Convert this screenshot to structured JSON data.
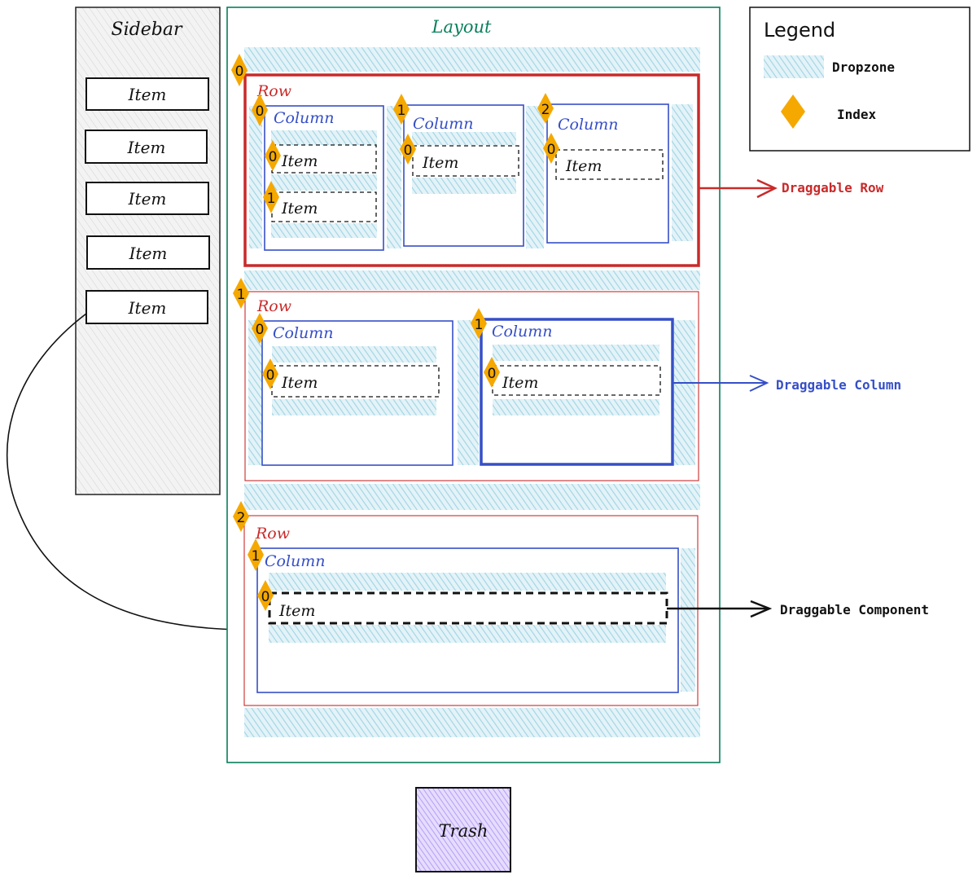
{
  "sidebar": {
    "title": "Sidebar",
    "items": [
      "Item",
      "Item",
      "Item",
      "Item",
      "Item"
    ]
  },
  "layout": {
    "title": "Layout"
  },
  "legend": {
    "title": "Legend",
    "dropzone_label": "Dropzone",
    "index_label": "Index"
  },
  "rows": [
    {
      "index": "0",
      "label": "Row",
      "columns": [
        {
          "index": "0",
          "label": "Column",
          "items": [
            {
              "index": "0",
              "label": "Item"
            },
            {
              "index": "1",
              "label": "Item"
            }
          ]
        },
        {
          "index": "1",
          "label": "Column",
          "items": [
            {
              "index": "0",
              "label": "Item"
            }
          ]
        },
        {
          "index": "2",
          "label": "Column",
          "items": [
            {
              "index": "0",
              "label": "Item"
            }
          ]
        }
      ]
    },
    {
      "index": "1",
      "label": "Row",
      "columns": [
        {
          "index": "0",
          "label": "Column",
          "items": [
            {
              "index": "0",
              "label": "Item"
            }
          ]
        },
        {
          "index": "1",
          "label": "Column",
          "items": [
            {
              "index": "0",
              "label": "Item"
            }
          ]
        }
      ]
    },
    {
      "index": "2",
      "label": "Row",
      "columns": [
        {
          "index": "1",
          "label": "Column",
          "items": [
            {
              "index": "0",
              "label": "Item"
            }
          ]
        }
      ]
    }
  ],
  "annotations": {
    "draggable_row": "Draggable Row",
    "draggable_column": "Draggable Column",
    "draggable_component": "Draggable Component"
  },
  "trash": {
    "label": "Trash"
  },
  "colors": {
    "row": "#c92a2a",
    "column": "#364fc7",
    "layout": "#087f5b",
    "dropzone": "#a5d8e6",
    "index": "#f5a800",
    "trash": "#d0bfff"
  }
}
